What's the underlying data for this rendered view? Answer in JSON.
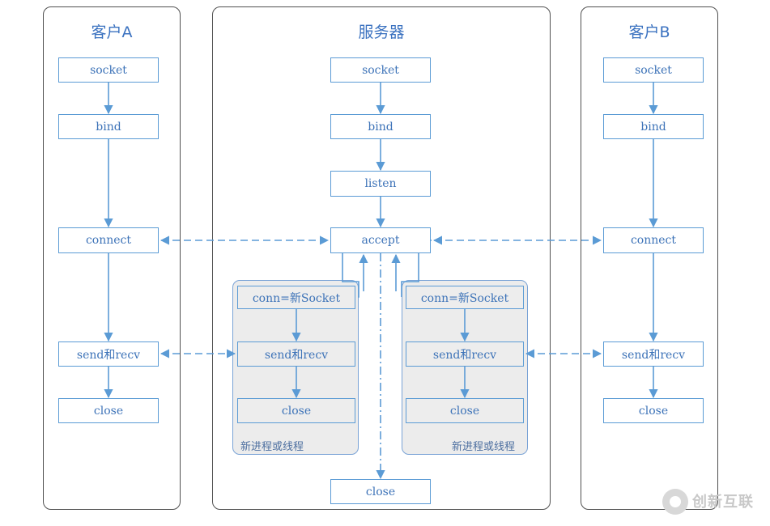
{
  "panels": {
    "client_a": "客户A",
    "server": "服务器",
    "client_b": "客户B"
  },
  "client_a": {
    "socket": "socket",
    "bind": "bind",
    "connect": "connect",
    "send_recv": "send和recv",
    "close": "close"
  },
  "server": {
    "socket": "socket",
    "bind": "bind",
    "listen": "listen",
    "accept": "accept",
    "close": "close"
  },
  "client_b": {
    "socket": "socket",
    "bind": "bind",
    "connect": "connect",
    "send_recv": "send和recv",
    "close": "close"
  },
  "worker_left": {
    "conn": "conn=新Socket",
    "send_recv": "send和recv",
    "close": "close",
    "label": "新进程或线程"
  },
  "worker_right": {
    "conn": "conn=新Socket",
    "send_recv": "send和recv",
    "close": "close",
    "label": "新进程或线程"
  },
  "watermark": "创新互联",
  "colors": {
    "line": "#5b9bd5",
    "text": "#3d73b8",
    "panel_border": "#505050",
    "sub_fill": "#ececec"
  }
}
